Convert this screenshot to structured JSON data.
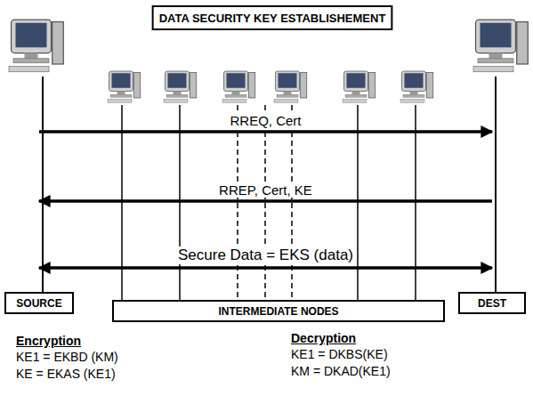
{
  "diagram": {
    "title": "DATA SECURITY KEY ESTABLISHEMENT",
    "nodes": [
      {
        "text": [
          "SOURCE"
        ]
      },
      {
        "text": [
          "INTERMEDIATE NODES"
        ]
      },
      {
        "text": [
          "DEST"
        ]
      }
    ],
    "edges": [
      {
        "from": 0,
        "to": 2,
        "arrow": "to",
        "label": "RREQ, Cert"
      },
      {
        "from": 2,
        "to": 0,
        "arrow": "to",
        "label": "RREP, Cert, KE"
      },
      {
        "from": 0,
        "to": 2,
        "arrow": "both",
        "label": "Secure Data = EKS (data)"
      }
    ],
    "labels": [
      "Encryption",
      "KE1 = EKBD (KM)",
      "KE = EKAS (KE1)",
      "Decryption",
      "KE1 = DKBS(KE)",
      "KM = DKAD(KE1)"
    ]
  }
}
